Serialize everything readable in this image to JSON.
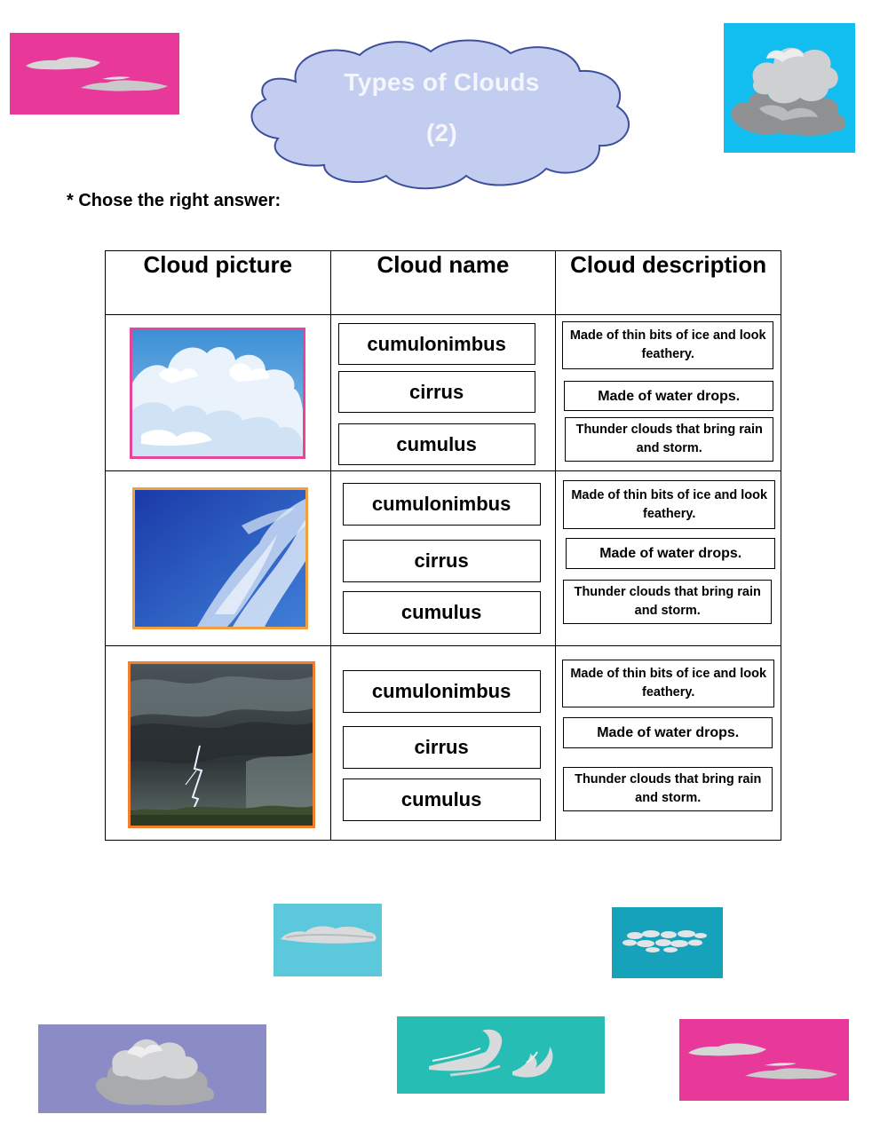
{
  "header": {
    "title_line1": "Types of Clouds",
    "title_line2": "(2)"
  },
  "instruction": "* Chose the right answer:",
  "table": {
    "headers": [
      "Cloud picture",
      "Cloud name",
      "Cloud description"
    ],
    "rows": [
      {
        "picture": "cumulus-cloud-photo",
        "frame_color": "#e8459a",
        "names": [
          "cumulonimbus",
          "cirrus",
          "cumulus"
        ],
        "descriptions": [
          "Made of thin bits of ice and look feathery.",
          "Made of water drops.",
          "Thunder clouds that bring rain and storm."
        ]
      },
      {
        "picture": "cirrus-cloud-photo",
        "frame_color": "#f0a040",
        "names": [
          "cumulonimbus",
          "cirrus",
          "cumulus"
        ],
        "descriptions": [
          "Made of thin bits of ice and look feathery.",
          "Made of water drops.",
          "Thunder clouds that bring rain and storm."
        ]
      },
      {
        "picture": "cumulonimbus-storm-photo",
        "frame_color": "#f08030",
        "names": [
          "cumulonimbus",
          "cirrus",
          "cumulus"
        ],
        "descriptions": [
          "Made of thin bits of ice and look feathery.",
          "Made of water drops.",
          "Thunder clouds that bring rain and storm."
        ]
      }
    ]
  },
  "decorations": {
    "top_left_tile": {
      "icon": "cirrostratus-cloud-icon",
      "color": "#e8399a"
    },
    "top_right_tile": {
      "icon": "cumulonimbus-cloud-icon",
      "color": "#12bdf0"
    },
    "bottom_tiles": [
      {
        "icon": "stratus-cloud-icon",
        "color": "#5bc8dc"
      },
      {
        "icon": "altocumulus-cloud-icon",
        "color": "#16a2bb"
      },
      {
        "icon": "nimbostratus-cloud-icon",
        "color": "#8b8bc6"
      },
      {
        "icon": "cirrus-wisp-icon",
        "color": "#25bdb4"
      },
      {
        "icon": "cirrostratus-cloud-icon",
        "color": "#e8399a"
      }
    ]
  },
  "colors": {
    "title_cloud_fill": "#c2cdf0",
    "title_cloud_stroke": "#3d4f9c"
  }
}
